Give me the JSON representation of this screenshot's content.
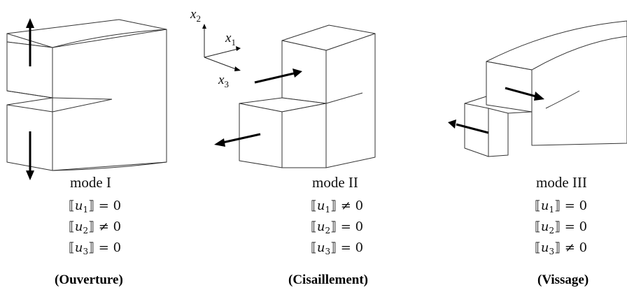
{
  "axes": {
    "x1": "x",
    "x1_sub": "1",
    "x2": "x",
    "x2_sub": "2",
    "x3": "x",
    "x3_sub": "3"
  },
  "modes": [
    {
      "title": "mode I",
      "eqs": [
        {
          "var": "u",
          "sub": "1",
          "rel": "= 0"
        },
        {
          "var": "u",
          "sub": "2",
          "rel": "≠ 0"
        },
        {
          "var": "u",
          "sub": "3",
          "rel": "= 0"
        }
      ],
      "caption": "(Ouverture)"
    },
    {
      "title": "mode II",
      "eqs": [
        {
          "var": "u",
          "sub": "1",
          "rel": "≠ 0"
        },
        {
          "var": "u",
          "sub": "2",
          "rel": "= 0"
        },
        {
          "var": "u",
          "sub": "3",
          "rel": "= 0"
        }
      ],
      "caption": "(Cisaillement)"
    },
    {
      "title": "mode III",
      "eqs": [
        {
          "var": "u",
          "sub": "1",
          "rel": "= 0"
        },
        {
          "var": "u",
          "sub": "2",
          "rel": "= 0"
        },
        {
          "var": "u",
          "sub": "3",
          "rel": "≠ 0"
        }
      ],
      "caption": "(Vissage)"
    }
  ]
}
